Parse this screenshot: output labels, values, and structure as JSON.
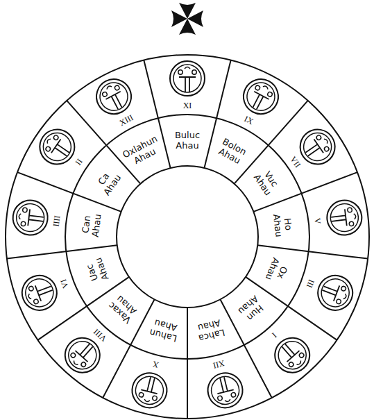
{
  "diagram": {
    "nodes": [
      {
        "text": [
          "XI"
        ]
      },
      {
        "text": [
          "Buluc Ahau"
        ]
      },
      {
        "text": [
          "IX"
        ]
      },
      {
        "text": [
          "Bolon Ahau"
        ]
      },
      {
        "text": [
          "VII"
        ]
      },
      {
        "text": [
          "Vuc Ahau"
        ]
      },
      {
        "text": [
          "V"
        ]
      },
      {
        "text": [
          "Ho Ahau"
        ]
      },
      {
        "text": [
          "III"
        ]
      },
      {
        "text": [
          "Ox Ahau"
        ]
      },
      {
        "text": [
          "I"
        ]
      },
      {
        "text": [
          "Hun Ahau"
        ]
      },
      {
        "text": [
          "XII"
        ]
      },
      {
        "text": [
          "Lahca Ahau"
        ]
      },
      {
        "text": [
          "X"
        ]
      },
      {
        "text": [
          "Lahun Ahau"
        ]
      },
      {
        "text": [
          "VIII"
        ]
      },
      {
        "text": [
          "Vaxac Ahau"
        ]
      },
      {
        "text": [
          "VI"
        ]
      },
      {
        "text": [
          "Uac Ahau"
        ]
      },
      {
        "text": [
          "IIII"
        ]
      },
      {
        "text": [
          "Can Ahau"
        ]
      },
      {
        "text": [
          "II"
        ]
      },
      {
        "text": [
          "Ca Ahau"
        ]
      },
      {
        "text": [
          "XIII"
        ]
      },
      {
        "text": [
          "Oxlahun Ahau"
        ]
      }
    ]
  }
}
